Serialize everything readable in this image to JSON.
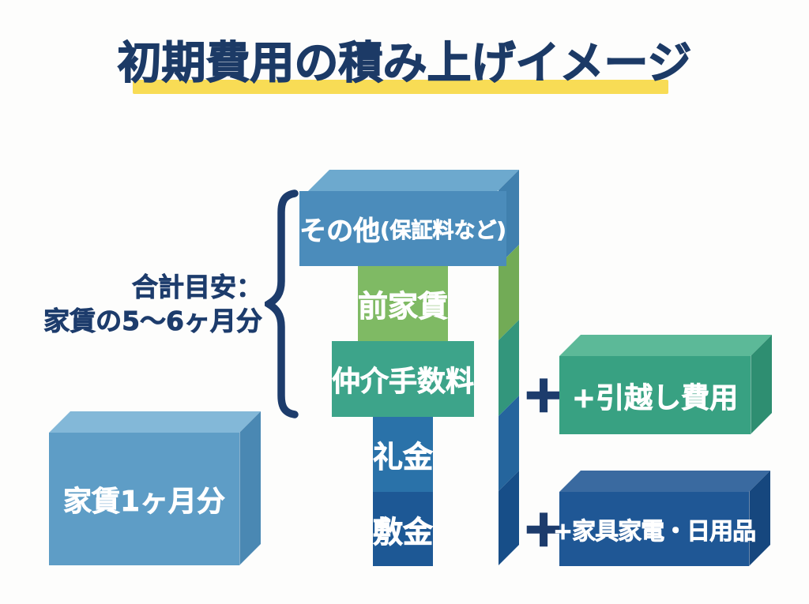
{
  "canvas": {
    "background": "#fdfdfc"
  },
  "title": {
    "text": "初期費用の積み上げイメージ",
    "color": "#1c3a66",
    "highlight_color": "#f8dc55"
  },
  "summary": {
    "line1": "合計目安：",
    "line2": "家賃の5〜6ヶ月分",
    "color": "#1d3c6c"
  },
  "brace": {
    "color": "#1d3c6c"
  },
  "stack": {
    "top_face_color": "#6da9ce",
    "segments": [
      {
        "label": "その他",
        "sublabel": "(保証料など)",
        "front_color": "#4b8cbb",
        "side_color": "#4080ae"
      },
      {
        "label": "前家賃",
        "sublabel": "",
        "front_color": "#7fba64",
        "side_color": "#72ab56"
      },
      {
        "label": "仲介手数料",
        "sublabel": "",
        "front_color": "#3da48a",
        "side_color": "#33967c"
      },
      {
        "label": "礼金",
        "sublabel": "",
        "front_color": "#2a72a9",
        "side_color": "#25659d"
      },
      {
        "label": "敷金",
        "sublabel": "",
        "front_color": "#1d5895",
        "side_color": "#174e88"
      }
    ]
  },
  "base_box": {
    "label": "家賃1ヶ月分",
    "front_color": "#5e9dc6",
    "top_color": "#83b8d8",
    "side_color": "#4a88b3"
  },
  "addons": [
    {
      "plus": "+",
      "label": "+引越し費用",
      "front_color": "#38a182",
      "top_color": "#5cb998",
      "side_color": "#2e8e71"
    },
    {
      "plus": "+",
      "label": "+家具家電・日用品",
      "front_color": "#1f5795",
      "top_color": "#3a6aa0",
      "side_color": "#16477e"
    }
  ],
  "plus_color": "#1d3c6c"
}
